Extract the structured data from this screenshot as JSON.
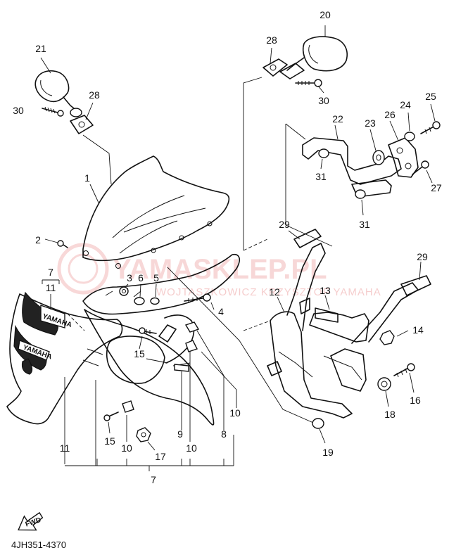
{
  "diagram_code": "4JH351-4370",
  "fwd_label": "FWD",
  "watermark": {
    "title": "YAMASKLEP.PL",
    "subtitle": "WOJTASZKOWICZ KRZYSZTOF YAMAHA"
  },
  "fairing_badge_text": "YAMAHA",
  "callouts": [
    {
      "id": "c1",
      "text": "1"
    },
    {
      "id": "c2",
      "text": "2"
    },
    {
      "id": "c3",
      "text": "3"
    },
    {
      "id": "c4",
      "text": "4"
    },
    {
      "id": "c5",
      "text": "5"
    },
    {
      "id": "c6",
      "text": "6"
    },
    {
      "id": "c7a",
      "text": "7"
    },
    {
      "id": "c7b",
      "text": "7"
    },
    {
      "id": "c8",
      "text": "8"
    },
    {
      "id": "c9",
      "text": "9"
    },
    {
      "id": "c10a",
      "text": "10"
    },
    {
      "id": "c10b",
      "text": "10"
    },
    {
      "id": "c10c",
      "text": "10"
    },
    {
      "id": "c11a",
      "text": "11"
    },
    {
      "id": "c11b",
      "text": "11"
    },
    {
      "id": "c12",
      "text": "12"
    },
    {
      "id": "c13",
      "text": "13"
    },
    {
      "id": "c14",
      "text": "14"
    },
    {
      "id": "c15a",
      "text": "15"
    },
    {
      "id": "c15b",
      "text": "15"
    },
    {
      "id": "c16",
      "text": "16"
    },
    {
      "id": "c17",
      "text": "17"
    },
    {
      "id": "c18",
      "text": "18"
    },
    {
      "id": "c19",
      "text": "19"
    },
    {
      "id": "c20",
      "text": "20"
    },
    {
      "id": "c21",
      "text": "21"
    },
    {
      "id": "c22",
      "text": "22"
    },
    {
      "id": "c23",
      "text": "23"
    },
    {
      "id": "c24",
      "text": "24"
    },
    {
      "id": "c25",
      "text": "25"
    },
    {
      "id": "c26",
      "text": "26"
    },
    {
      "id": "c27",
      "text": "27"
    },
    {
      "id": "c28a",
      "text": "28"
    },
    {
      "id": "c28b",
      "text": "28"
    },
    {
      "id": "c29a",
      "text": "29"
    },
    {
      "id": "c29b",
      "text": "29"
    },
    {
      "id": "c30a",
      "text": "30"
    },
    {
      "id": "c30b",
      "text": "30"
    },
    {
      "id": "c31a",
      "text": "31"
    },
    {
      "id": "c31b",
      "text": "31"
    }
  ]
}
